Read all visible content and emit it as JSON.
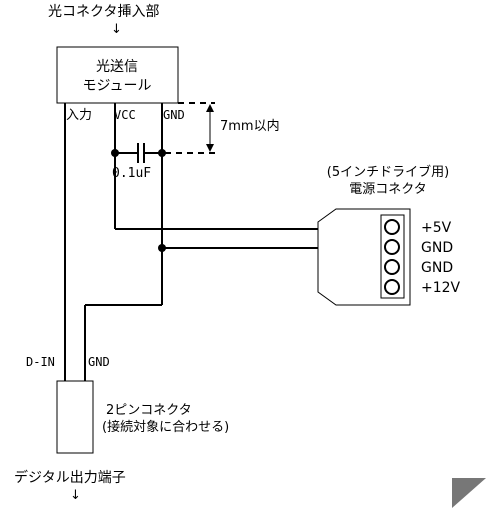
{
  "top_label": "光コネクタ挿入部",
  "top_arrow": "↓",
  "module": {
    "line1": "光送信",
    "line2": "モジュール",
    "pin_input": "入力",
    "pin_vcc": "VCC",
    "pin_gnd": "GND"
  },
  "capacitor_label": "0.1uF",
  "distance_label": "7mm以内",
  "power_connector": {
    "title_line1": "(5インチドライブ用)",
    "title_line2": "電源コネクタ",
    "pins": [
      "+5V",
      "GND",
      "GND",
      "+12V"
    ]
  },
  "pin_connector": {
    "label_din": "D-IN",
    "label_gnd": "GND",
    "title_line1": "2ピンコネクタ",
    "title_line2": "(接続対象に合わせる)"
  },
  "bottom_label": "デジタル出力端子",
  "bottom_arrow": "↓",
  "colors": {
    "line": "#000000",
    "background": "#ffffff",
    "corner_mark": "#777777"
  }
}
